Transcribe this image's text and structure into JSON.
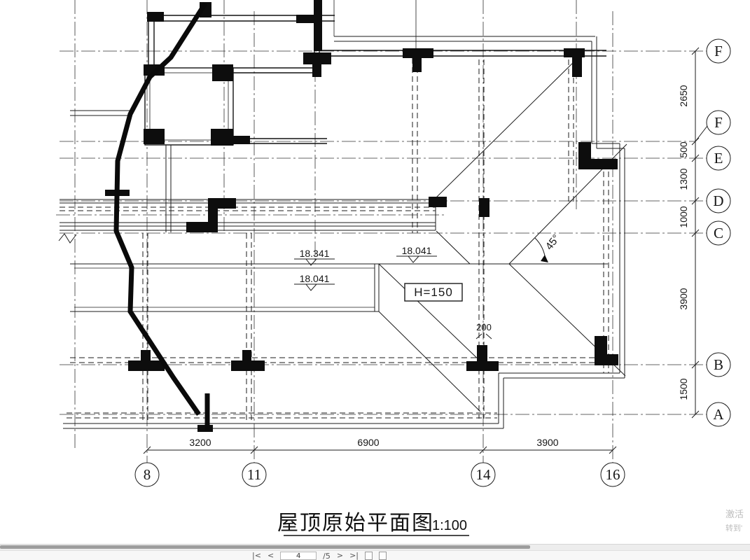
{
  "drawing": {
    "title": "屋顶原始平面图",
    "scale": "1:100",
    "grid": {
      "rows": [
        {
          "label": "F"
        },
        {
          "label": "F"
        },
        {
          "label": "E"
        },
        {
          "label": "D"
        },
        {
          "label": "C"
        },
        {
          "label": "B"
        },
        {
          "label": "A"
        }
      ],
      "cols": [
        {
          "label": "8"
        },
        {
          "label": "11"
        },
        {
          "label": "14"
        },
        {
          "label": "16"
        }
      ]
    },
    "dimensions": {
      "right": [
        "2650",
        "500",
        "1300",
        "1000",
        "3900",
        "1500"
      ],
      "bottom": [
        "3200",
        "6900",
        "3900"
      ],
      "small": "200"
    },
    "annotations": {
      "levels": [
        "18.341",
        "18.041",
        "18.041"
      ],
      "height_label": "H=150",
      "angle": "45°"
    }
  },
  "viewer": {
    "pager": {
      "first": "|<",
      "prev": "<",
      "page": "4",
      "of": "/5",
      "next": ">",
      "last": ">|"
    },
    "watermark": {
      "line1": "激活",
      "line2": "转到'"
    }
  },
  "colors": {
    "line": "#1b1b1b",
    "paper": "#ffffff",
    "watermark": "#bdbdbd",
    "scrollbar_thumb": "#9d9d9d"
  }
}
